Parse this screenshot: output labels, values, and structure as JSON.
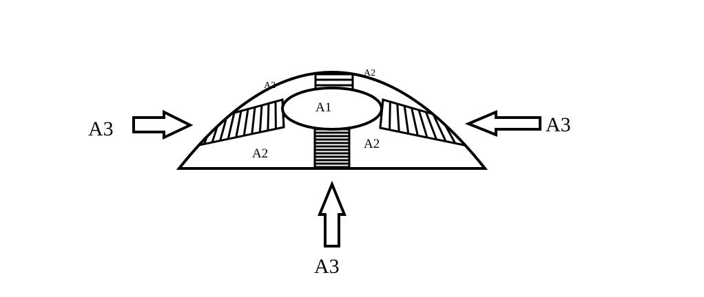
{
  "diagram": {
    "regions": {
      "center": "A1",
      "upper_left": "A2",
      "upper_right": "A2",
      "lower_left": "A2",
      "lower_right": "A2"
    },
    "arrows": {
      "left": "A3",
      "right": "A3",
      "bottom": "A3"
    }
  }
}
